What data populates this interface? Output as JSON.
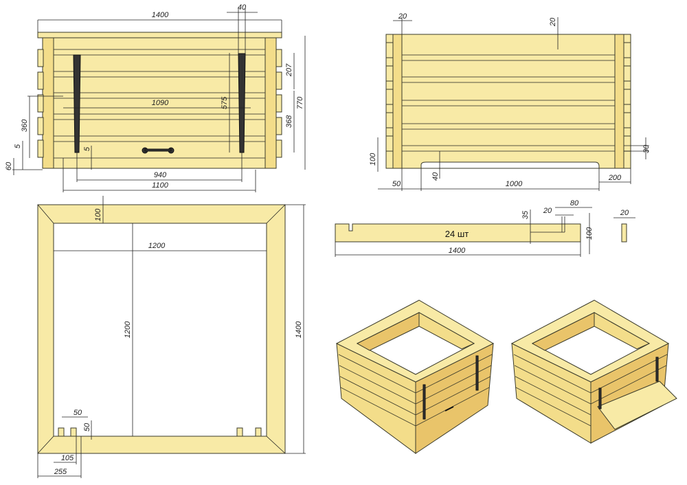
{
  "colors": {
    "wood": "#f8eaa6",
    "line": "#3a3a2a",
    "iron": "#333333"
  },
  "front_view": {
    "width": "1400",
    "post_gap": "40",
    "upper_span": "207",
    "total_height": "770",
    "lower_span": "368",
    "bracket_height": "575",
    "inner_width": "1090",
    "left_height": "360",
    "gap_small": "5",
    "base_height": "60",
    "bracket_gap": "5",
    "bracket_spacing": "940",
    "inner_span": "1100"
  },
  "side_view": {
    "post_width": "20",
    "top_gap": "20",
    "leg_height": "100",
    "leg_offset": "50",
    "cutout_depth": "40",
    "cutout_width": "1000",
    "leg_width": "200",
    "slot": "30"
  },
  "plan_view": {
    "frame_width": "100",
    "inner_width": "1200",
    "inner_length": "1200",
    "outer_length": "1400",
    "notch_w": "50",
    "notch_h": "50",
    "notch_pos": "105",
    "notch_pos2": "255"
  },
  "board": {
    "quantity": "24 шт",
    "length": "1400",
    "slot_depth": "35",
    "slot_width": "20",
    "slot_offset": "80",
    "height": "100",
    "thickness": "20"
  }
}
